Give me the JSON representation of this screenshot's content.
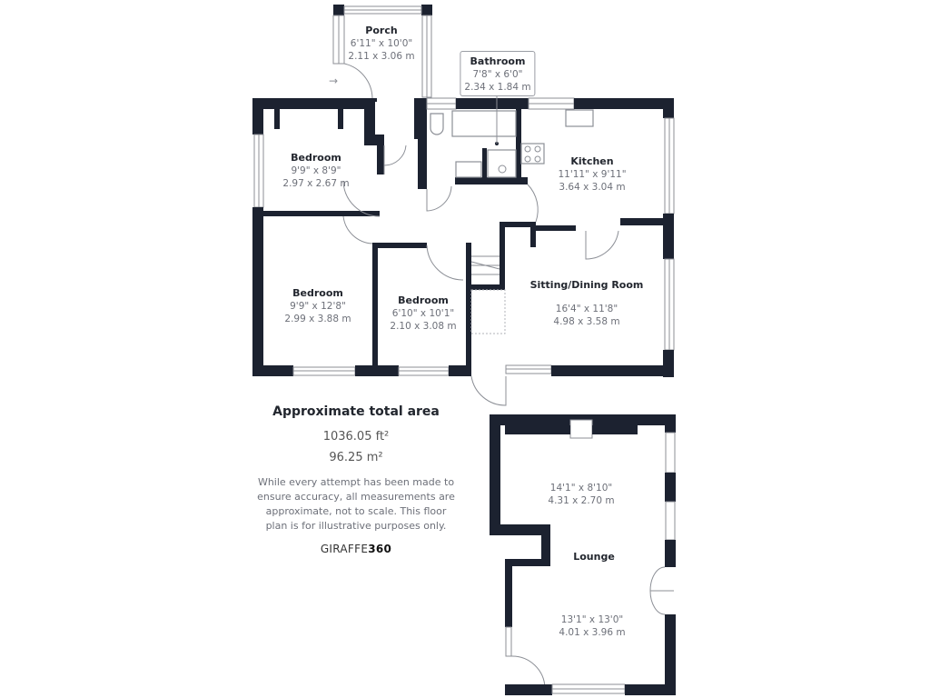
{
  "floorplan": {
    "rooms": {
      "porch": {
        "name": "Porch",
        "imperial": "6'11\" x 10'0\"",
        "metric": "2.11 x 3.06 m"
      },
      "bathroom": {
        "name": "Bathroom",
        "imperial": "7'8\" x 6'0\"",
        "metric": "2.34 x 1.84 m"
      },
      "bedroom1": {
        "name": "Bedroom",
        "imperial": "9'9\" x 8'9\"",
        "metric": "2.97 x 2.67 m"
      },
      "kitchen": {
        "name": "Kitchen",
        "imperial": "11'11\" x 9'11\"",
        "metric": "3.64 x 3.04 m"
      },
      "bedroom2": {
        "name": "Bedroom",
        "imperial": "9'9\" x 12'8\"",
        "metric": "2.99 x 3.88 m"
      },
      "bedroom3": {
        "name": "Bedroom",
        "imperial": "6'10\" x 10'1\"",
        "metric": "2.10 x 3.08 m"
      },
      "sitting_dining": {
        "name": "Sitting/Dining Room",
        "imperial": "16'4\" x 11'8\"",
        "metric": "4.98 x 3.58 m"
      },
      "lounge": {
        "name": "Lounge",
        "upper_imperial": "14'1\" x 8'10\"",
        "upper_metric": "4.31 x 2.70 m",
        "lower_imperial": "13'1\" x 13'0\"",
        "lower_metric": "4.01 x 3.96 m"
      }
    },
    "summary": {
      "title": "Approximate total area",
      "area_ft": "1036.05 ft²",
      "area_m": "96.25 m²",
      "disclaimer": "While every attempt has been made to ensure accuracy, all measurements are approximate, not to scale. This floor plan is for illustrative purposes only.",
      "brand_prefix": "GIRAFFE",
      "brand_suffix": "360"
    },
    "colors": {
      "wall": "#1c2230",
      "line": "#8c8f96",
      "background": "#ffffff"
    }
  }
}
